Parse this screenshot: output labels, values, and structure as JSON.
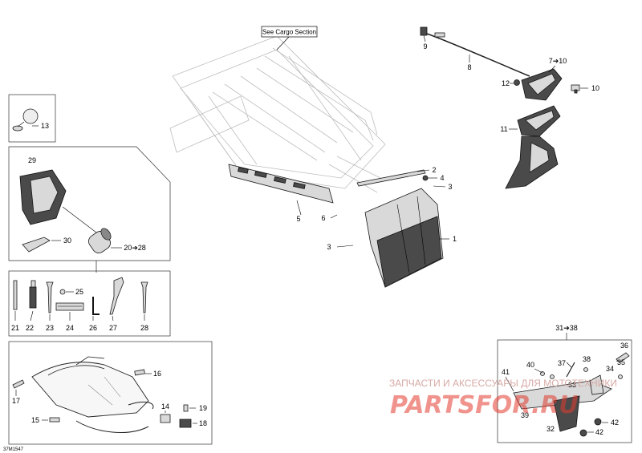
{
  "reference_box": "See Cargo Section",
  "drawing_code": "37M1547",
  "callouts": {
    "c1": "1",
    "c2": "2",
    "c3a": "3",
    "c3b": "3",
    "c4": "4",
    "c5": "5",
    "c6": "6",
    "c7_10": "7➔10",
    "c8": "8",
    "c9": "9",
    "c10": "10",
    "c11": "11",
    "c12": "12",
    "c13": "13",
    "c14": "14",
    "c15": "15",
    "c16": "16",
    "c17": "17",
    "c18": "18",
    "c19": "19",
    "c20_28": "20➔28",
    "c21": "21",
    "c22": "22",
    "c23": "23",
    "c24": "24",
    "c25": "25",
    "c26": "26",
    "c27": "27",
    "c28": "28",
    "c29": "29",
    "c30": "30",
    "c31_38": "31➔38",
    "c32": "32",
    "c33": "33",
    "c34": "34",
    "c35": "35",
    "c36": "36",
    "c37": "37",
    "c38": "38",
    "c39": "39",
    "c40": "40",
    "c41": "41",
    "c42a": "42",
    "c42b": "42"
  },
  "watermark": {
    "text": "ЗАПЧАСТИ И АКСЕССУАРЫ ДЛЯ МОТОТЕХНИКИ",
    "logo": "PARTSFOR.RU"
  }
}
